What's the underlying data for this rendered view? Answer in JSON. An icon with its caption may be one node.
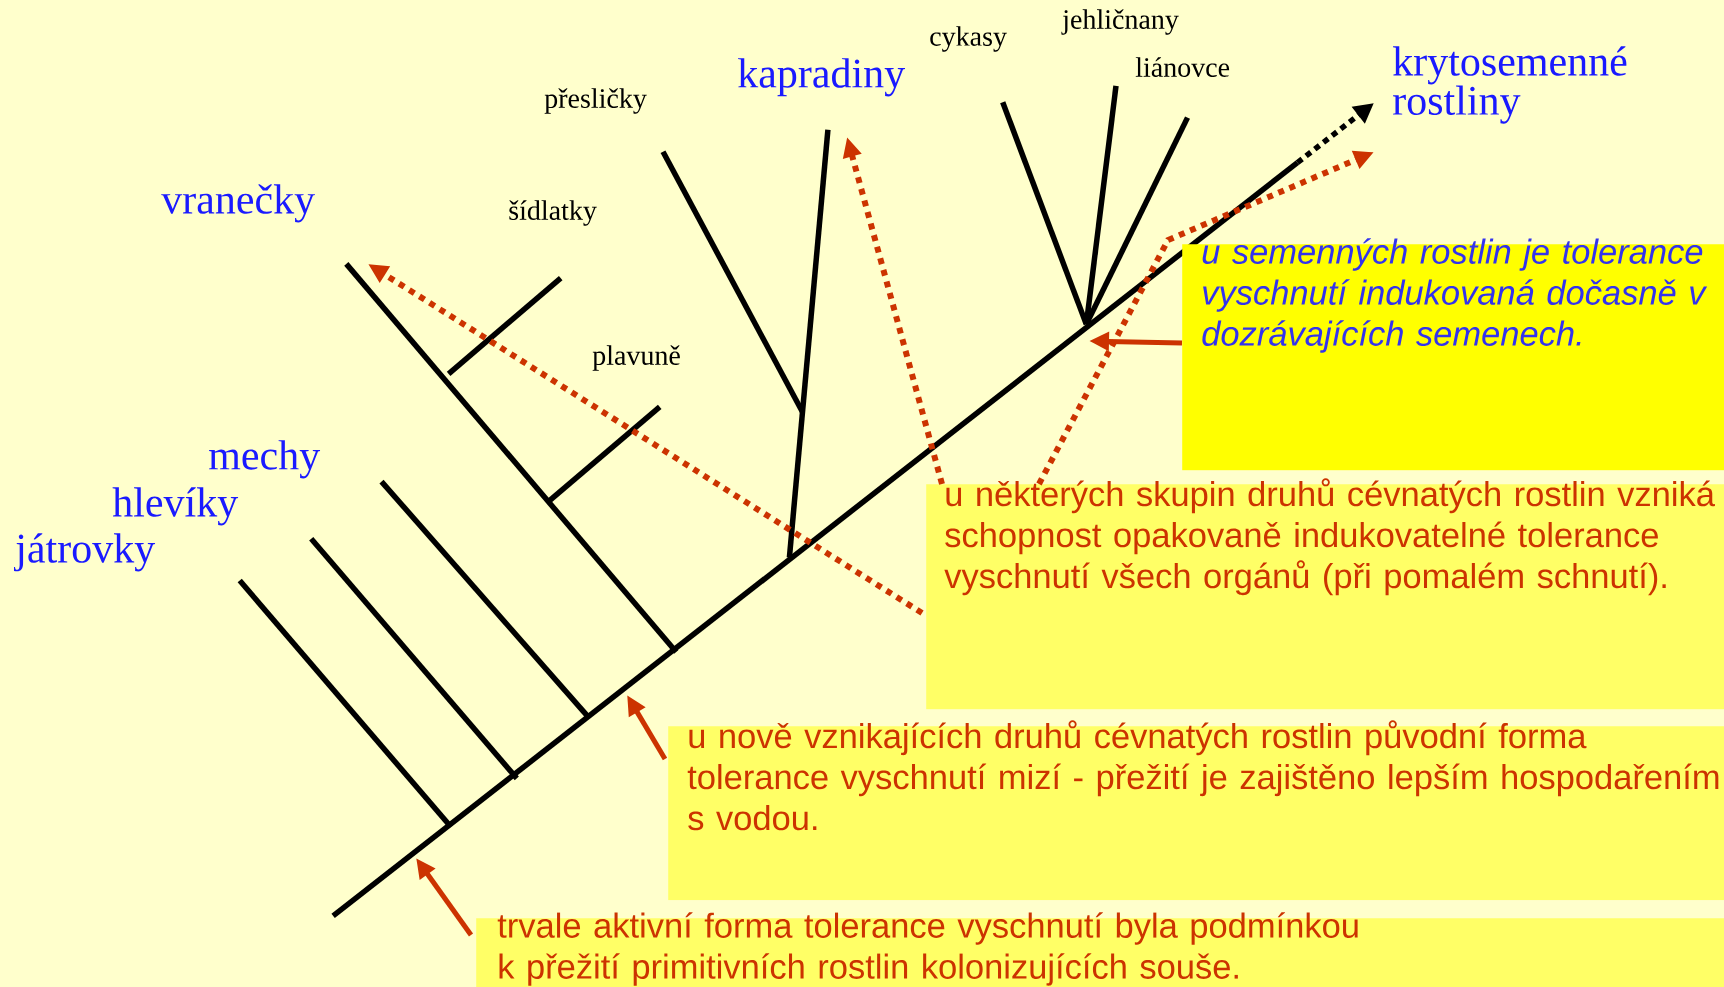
{
  "diagram": {
    "nodes": [
      {
        "text": [
          "vranečky"
        ]
      },
      {
        "text": [
          "kapradiny"
        ]
      },
      {
        "text": [
          "krytosemenné rostliny"
        ]
      },
      {
        "text": [
          "u semenných rostlin je tolerance vyschnutí indukovaná dočasně v dozrávajících semenech."
        ]
      },
      {
        "text": [
          "u některých skupin druhů cévnatých rostlin vzniká schopnost opakovaně indukovatelné tolerance vyschnutí všech orgánů (při pomalém schnutí)."
        ]
      },
      {
        "text": [
          "u nově vznikajících druhů cévnatých rostlin původní forma tolerance vyschnutí mizí - přežití je zajištěno lepším hospodařením s vodou."
        ]
      },
      {
        "text": [
          "trvale aktivní forma tolerance vyschnutí byla podmínkou k přežití primitivních rostlin kolonizujících souše."
        ]
      }
    ],
    "edges": [
      {
        "from": 3,
        "to": null,
        "arrow": "to"
      },
      {
        "from": 4,
        "to": 0,
        "arrow": "to",
        "style": "dashed"
      },
      {
        "from": 4,
        "to": 1,
        "arrow": "to",
        "style": "dashed"
      },
      {
        "from": 4,
        "to": 2,
        "arrow": "to",
        "style": "dashed"
      },
      {
        "from": 5,
        "to": null,
        "arrow": "to"
      },
      {
        "from": 6,
        "to": null,
        "arrow": "to"
      }
    ],
    "labels": [
      "jehličnany",
      "cykasy",
      "liánovce",
      "přesličky",
      "šídlatky",
      "plavuně",
      "mechy",
      "hlevíky",
      "játrovky"
    ]
  }
}
